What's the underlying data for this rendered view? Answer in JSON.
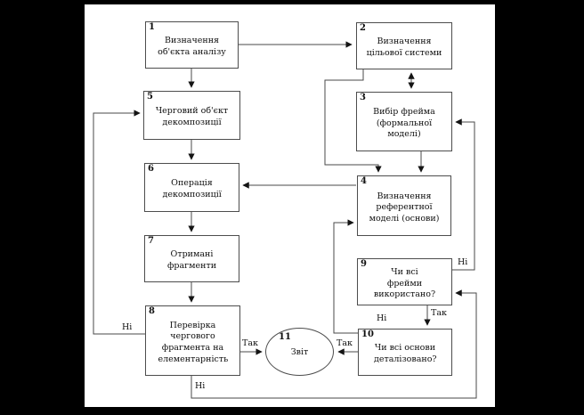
{
  "diagram": {
    "language": "uk",
    "nodes": {
      "n1": {
        "number": "1",
        "label": "Визначення об'єкта аналізу",
        "shape": "rect"
      },
      "n2": {
        "number": "2",
        "label": "Визначення цільової системи",
        "shape": "rect"
      },
      "n3": {
        "number": "3",
        "label": "Вибір фрейма (формальної моделі)",
        "shape": "rect"
      },
      "n4": {
        "number": "4",
        "label": "Визначення референтної моделі (основи)",
        "shape": "rect"
      },
      "n5": {
        "number": "5",
        "label": "Черговий об'єкт декомпозиції",
        "shape": "rect"
      },
      "n6": {
        "number": "6",
        "label": "Операція декомпозиції",
        "shape": "rect"
      },
      "n7": {
        "number": "7",
        "label": "Отримані фрагменти",
        "shape": "rect"
      },
      "n8": {
        "number": "8",
        "label": "Перевірка чергового фрагмента на елементарність",
        "shape": "rect"
      },
      "n9": {
        "number": "9",
        "label": "Чи всі фрейми використано?",
        "shape": "rect"
      },
      "n10": {
        "number": "10",
        "label": "Чи всі основи деталізовано?",
        "shape": "rect"
      },
      "n11": {
        "number": "11",
        "label": "Звіт",
        "shape": "ellipse"
      }
    },
    "edges": [
      {
        "from": "1",
        "to": "2",
        "label": ""
      },
      {
        "from": "1",
        "to": "5",
        "label": ""
      },
      {
        "from": "2",
        "to": "3",
        "label": "",
        "bidirectional": true
      },
      {
        "from": "2",
        "to": "4",
        "label": ""
      },
      {
        "from": "3",
        "to": "4",
        "label": ""
      },
      {
        "from": "4",
        "to": "6",
        "label": ""
      },
      {
        "from": "5",
        "to": "6",
        "label": ""
      },
      {
        "from": "6",
        "to": "7",
        "label": ""
      },
      {
        "from": "7",
        "to": "8",
        "label": ""
      },
      {
        "from": "8",
        "to": "5",
        "label": "Ні"
      },
      {
        "from": "8",
        "to": "11",
        "label": "Так"
      },
      {
        "from": "8",
        "to": "9",
        "label": "Ні"
      },
      {
        "from": "9",
        "to": "3",
        "label": "Ні"
      },
      {
        "from": "9",
        "to": "10",
        "label": "Так"
      },
      {
        "from": "10",
        "to": "4",
        "label": "Ні"
      },
      {
        "from": "10",
        "to": "11",
        "label": "Так"
      }
    ],
    "colors": {
      "frame_bg": "#000000",
      "page_bg": "#ffffff",
      "line": "#4a4a4a",
      "text": "#101010"
    }
  }
}
